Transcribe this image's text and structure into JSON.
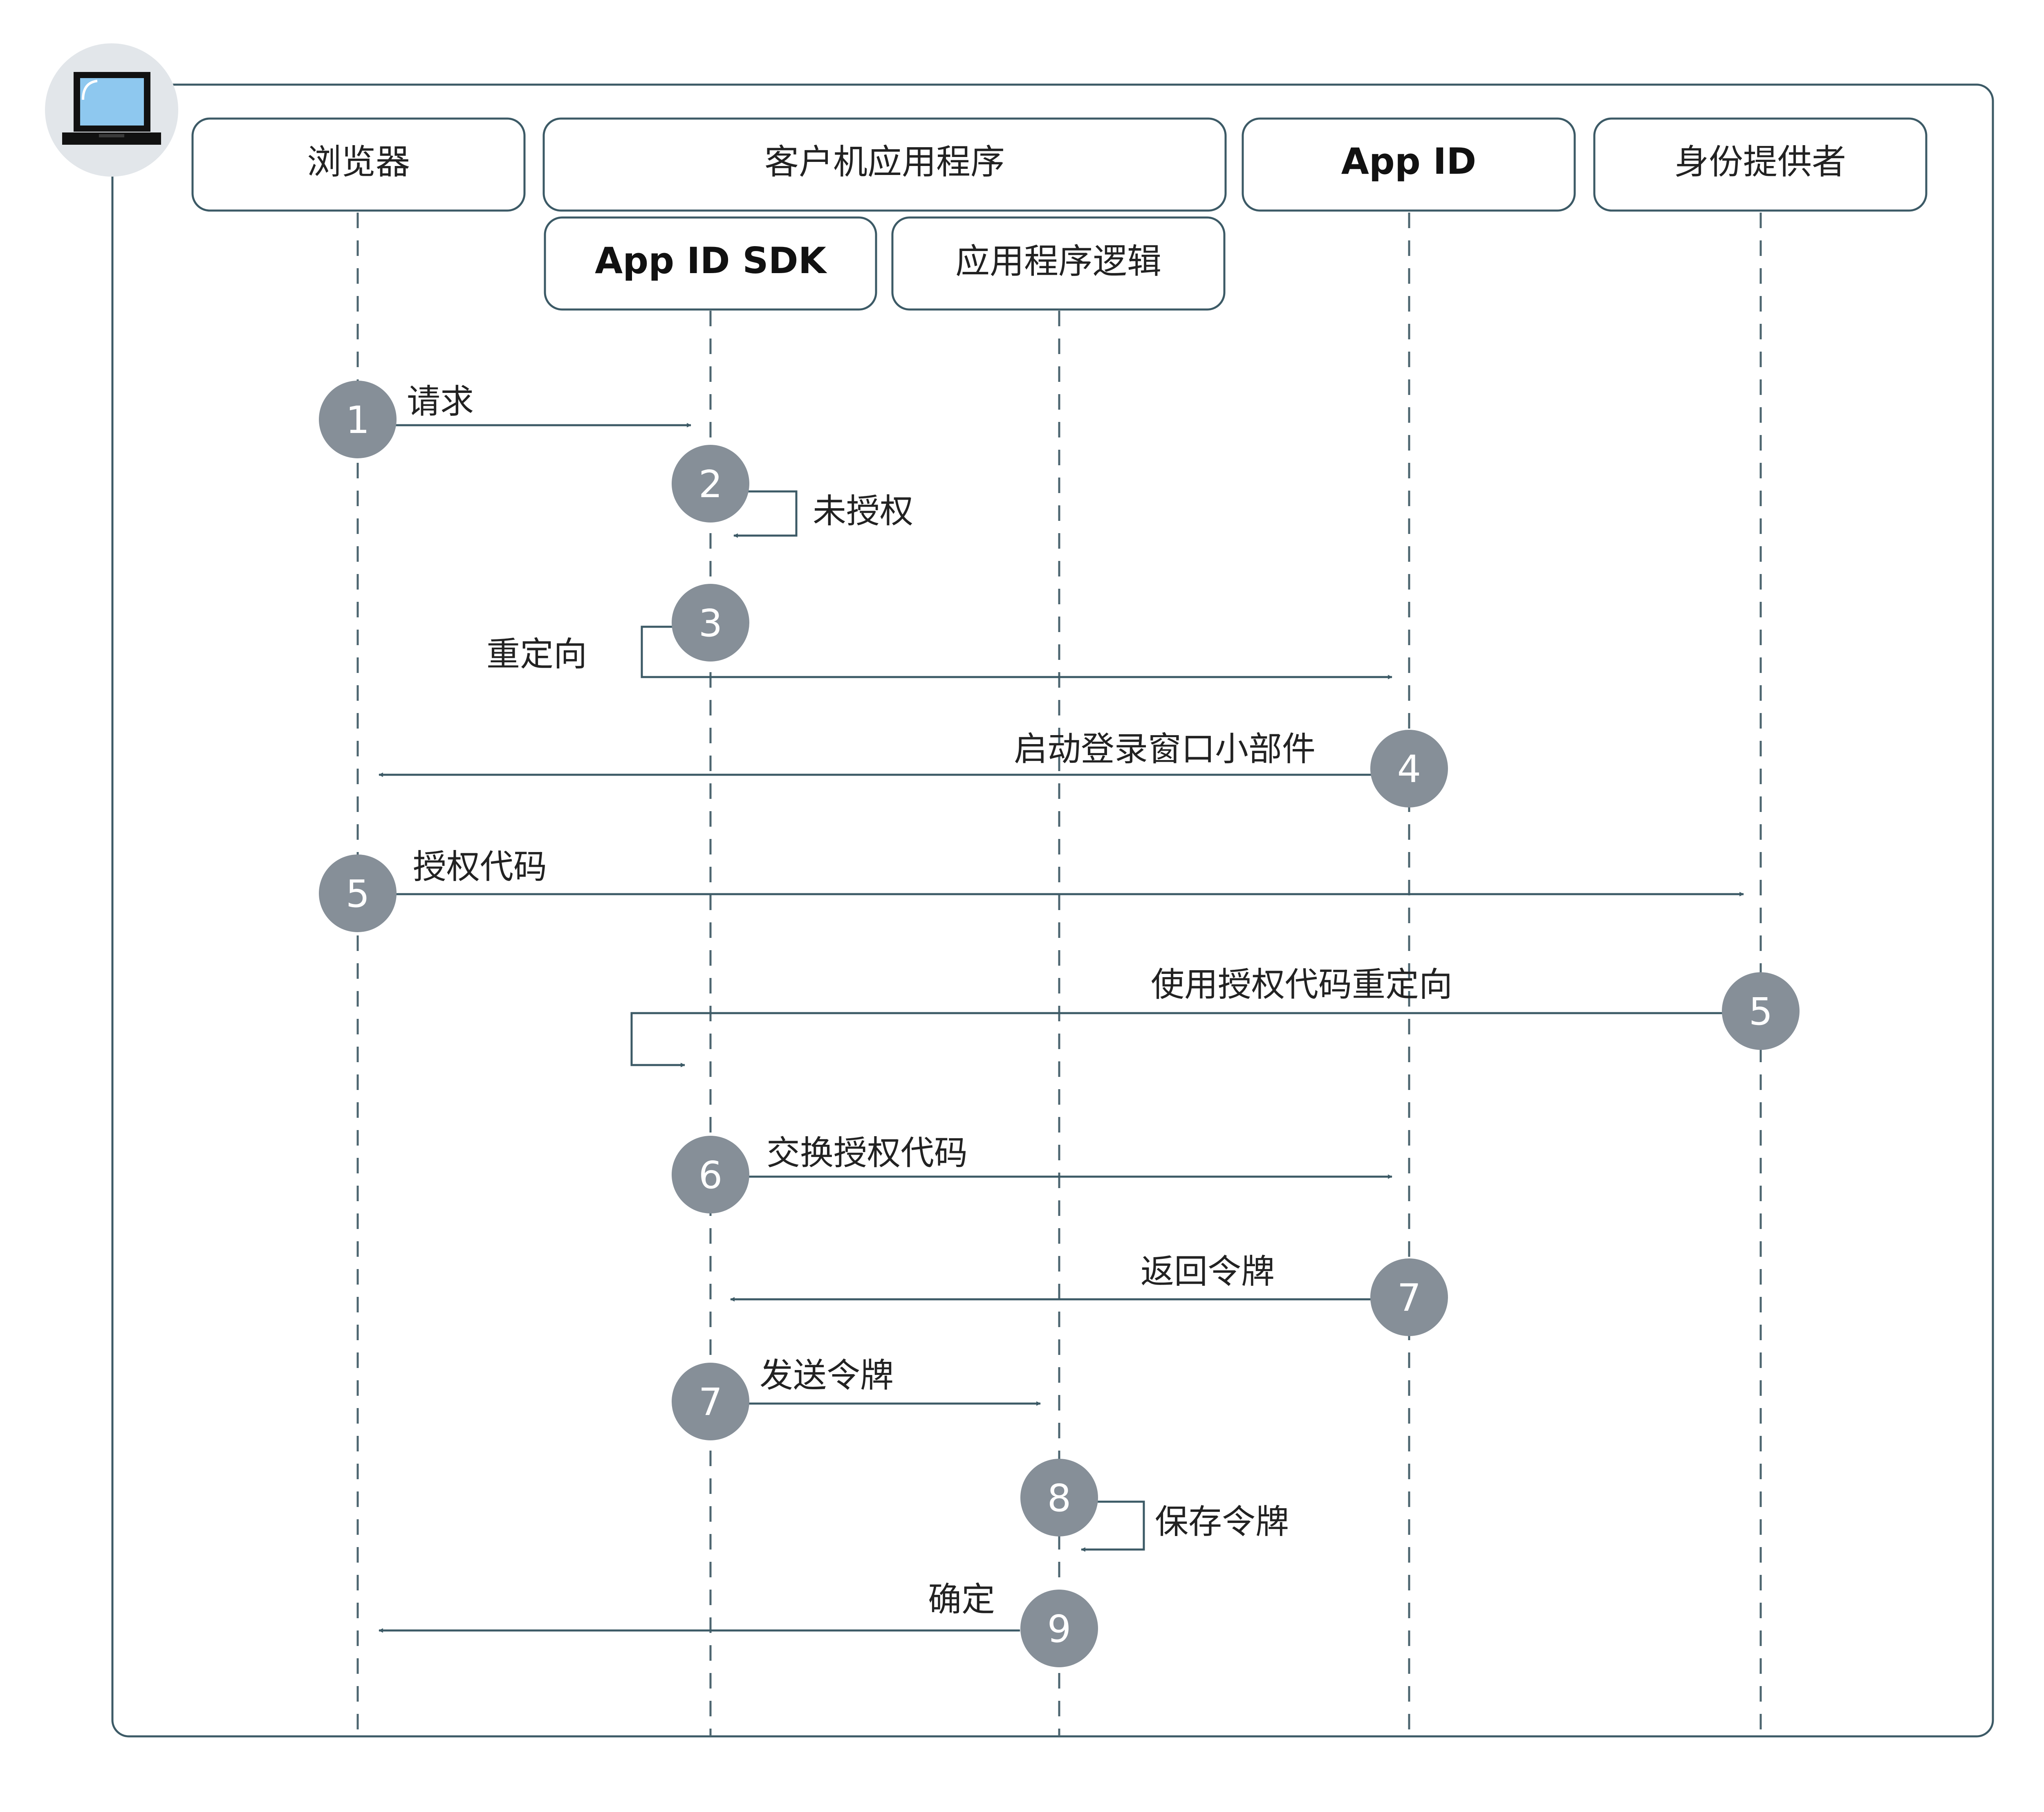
{
  "colors": {
    "frame": "#3c5a66",
    "lifeline": "#4d6670",
    "arrow": "#3c5a66",
    "step_circle": "#868f98",
    "laptop_circle": "#e2e6ea",
    "laptop_screen": "#8ec8ef",
    "laptop_body": "#111111"
  },
  "icon": "laptop-icon",
  "headers": {
    "browser": "浏览器",
    "client_app": "客户机应用程序",
    "app_id": "App ID",
    "identity_provider": "身份提供者",
    "sdk": "App ID SDK",
    "app_logic": "应用程序逻辑"
  },
  "steps": [
    {
      "num": "1",
      "label": "请求",
      "from": "browser",
      "to": "sdk"
    },
    {
      "num": "2",
      "label": "未授权",
      "from": "sdk",
      "to": "sdk"
    },
    {
      "num": "3",
      "label": "重定向",
      "from": "sdk",
      "to": "app_id"
    },
    {
      "num": "4",
      "label": "启动登录窗口小部件",
      "from": "app_id",
      "to": "browser"
    },
    {
      "num": "5",
      "label": "授权代码",
      "from": "browser",
      "to": "identity_provider"
    },
    {
      "num": "5",
      "label": "使用授权代码重定向",
      "from": "identity_provider",
      "to": "sdk"
    },
    {
      "num": "6",
      "label": "交换授权代码",
      "from": "sdk",
      "to": "app_id"
    },
    {
      "num": "7",
      "label": "返回令牌",
      "from": "app_id",
      "to": "sdk"
    },
    {
      "num": "7",
      "label": "发送令牌",
      "from": "sdk",
      "to": "app_logic"
    },
    {
      "num": "8",
      "label": "保存令牌",
      "from": "app_logic",
      "to": "app_logic"
    },
    {
      "num": "9",
      "label": "确定",
      "from": "app_logic",
      "to": "browser"
    }
  ]
}
